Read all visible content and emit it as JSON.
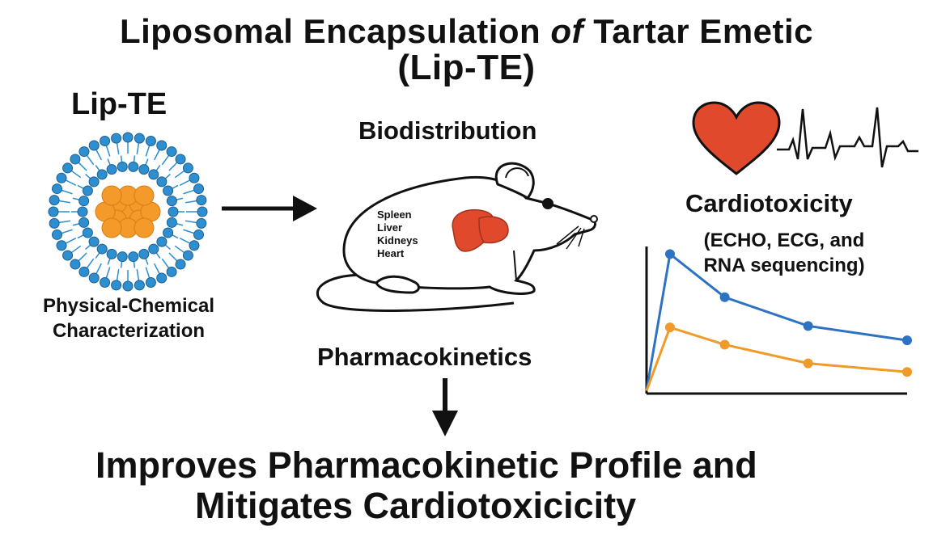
{
  "title": {
    "line1_part1": "Liposomal Encapsulation",
    "line1_italic": "of",
    "line1_part2": "Tartar Emetic",
    "line2": "(Lip-TE)"
  },
  "liposome": {
    "label": "Lip-TE",
    "caption_line1": "Physical-Chemical",
    "caption_line2": "Characterization",
    "shell_color": "#2e8fd0",
    "core_color": "#f39a2b"
  },
  "mouse": {
    "top_label": "Biodistribution",
    "bottom_label": "Pharmacokinetics",
    "organs": [
      "Spleen",
      "Liver",
      "Kidneys",
      "Heart"
    ],
    "organ_color": "#e0492c"
  },
  "cardio": {
    "heading": "Cardiotoxicity",
    "detail_line1": "(ECHO, ECG, and",
    "detail_line2": "RNA sequencing)",
    "heart_color": "#e0492c"
  },
  "chart_data": {
    "type": "line",
    "title": "",
    "xlabel": "",
    "ylabel": "",
    "ylim": [
      0,
      1
    ],
    "series": [
      {
        "color": "#2e72c4",
        "points": [
          [
            0,
            0.02
          ],
          [
            0.09,
            0.97
          ],
          [
            0.3,
            0.67
          ],
          [
            0.62,
            0.47
          ],
          [
            1.0,
            0.37
          ]
        ]
      },
      {
        "color": "#f09a2a",
        "points": [
          [
            0,
            0.02
          ],
          [
            0.09,
            0.46
          ],
          [
            0.3,
            0.34
          ],
          [
            0.62,
            0.21
          ],
          [
            1.0,
            0.15
          ]
        ]
      }
    ],
    "markers_on": [
      1,
      2,
      3,
      4
    ]
  },
  "conclusion": {
    "line1": "Improves Pharmacokinetic Profile and",
    "line2": "Mitigates Cardiotoxicicity"
  }
}
